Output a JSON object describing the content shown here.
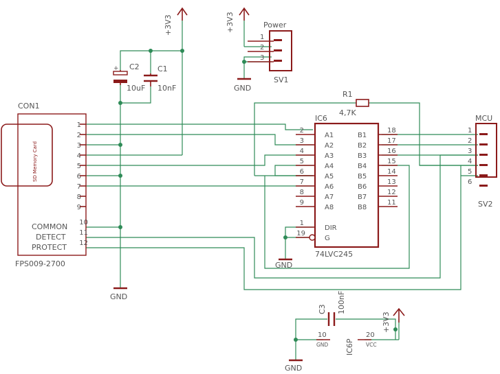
{
  "colors": {
    "wire": "#2e8b57",
    "part": "#8b1a1a",
    "text": "#555555",
    "background": "#ffffff"
  },
  "supply": {
    "v3v3": "+3V3",
    "gnd": "GND"
  },
  "c2": {
    "name": "C2",
    "value": "10uF",
    "plus": "+"
  },
  "c1": {
    "name": "C1",
    "value": "10nF"
  },
  "c3": {
    "name": "C3",
    "value": "100nF"
  },
  "r1": {
    "name": "R1",
    "value": "4,7K"
  },
  "power": {
    "label": "Power",
    "ref": "SV1",
    "pins": [
      "1",
      "2",
      "3"
    ]
  },
  "con1": {
    "ref": "CON1",
    "card_label": "SD Memory Card",
    "part_no": "FPS009-2700",
    "pins": [
      "1",
      "2",
      "3",
      "4",
      "5",
      "6",
      "7",
      "8",
      "9"
    ],
    "special_pins": [
      {
        "num": "10",
        "name": "COMMON"
      },
      {
        "num": "11",
        "name": "DETECT"
      },
      {
        "num": "12",
        "name": "PROTECT"
      }
    ]
  },
  "ic6": {
    "ref": "IC6",
    "part_no": "74LVC245",
    "a_pins": [
      {
        "num": "2",
        "name": "A1"
      },
      {
        "num": "3",
        "name": "A2"
      },
      {
        "num": "4",
        "name": "A3"
      },
      {
        "num": "5",
        "name": "A4"
      },
      {
        "num": "6",
        "name": "A5"
      },
      {
        "num": "7",
        "name": "A6"
      },
      {
        "num": "8",
        "name": "A7"
      },
      {
        "num": "9",
        "name": "A8"
      }
    ],
    "b_pins": [
      {
        "num": "18",
        "name": "B1"
      },
      {
        "num": "17",
        "name": "B2"
      },
      {
        "num": "16",
        "name": "B3"
      },
      {
        "num": "15",
        "name": "B4"
      },
      {
        "num": "14",
        "name": "B5"
      },
      {
        "num": "13",
        "name": "B6"
      },
      {
        "num": "12",
        "name": "B7"
      },
      {
        "num": "11",
        "name": "B8"
      }
    ],
    "dir": {
      "num": "1",
      "name": "DIR"
    },
    "g": {
      "num": "19",
      "name": "G"
    }
  },
  "mcu": {
    "label": "MCU",
    "ref": "SV2",
    "pins": [
      "1",
      "2",
      "3",
      "4",
      "5",
      "6"
    ]
  },
  "ic6p": {
    "ref": "IC6P",
    "gnd_pin": "10",
    "gnd_name": "GND",
    "vcc_pin": "20",
    "vcc_name": "VCC"
  }
}
